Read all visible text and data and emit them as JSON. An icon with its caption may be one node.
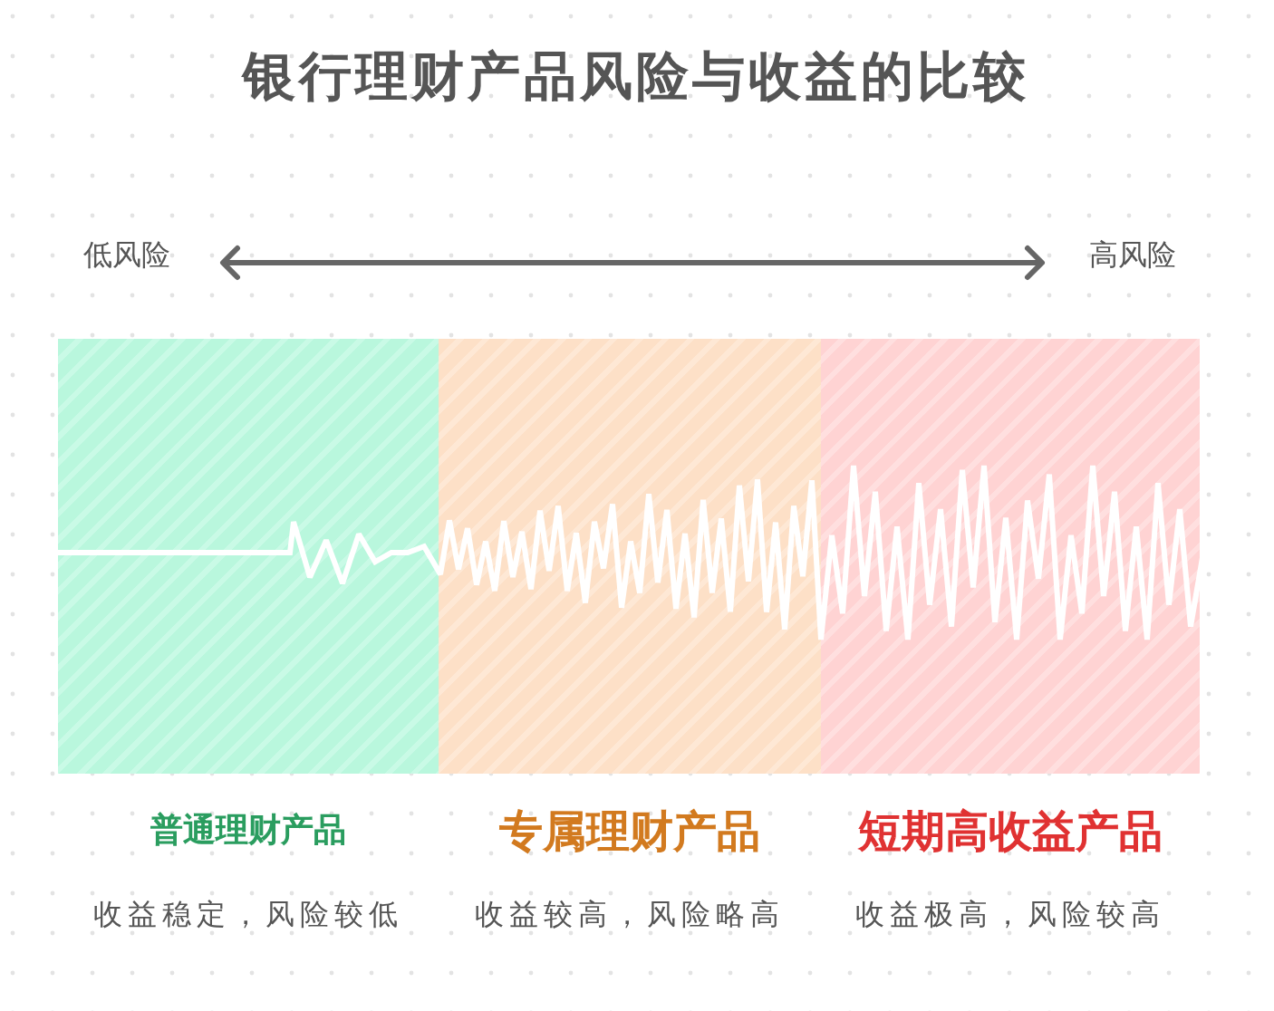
{
  "diagram": {
    "title": "银行理财产品风险与收益的比较",
    "nodes": [
      {
        "text": [
          "普通理财产品",
          "收益稳定，风险较低"
        ]
      },
      {
        "text": [
          "专属理财产品",
          "收益较高，风险略高"
        ]
      },
      {
        "text": [
          "短期高收益产品",
          "收益极高，风险较高"
        ]
      }
    ],
    "labels": [
      "低风险",
      "高风险"
    ]
  }
}
